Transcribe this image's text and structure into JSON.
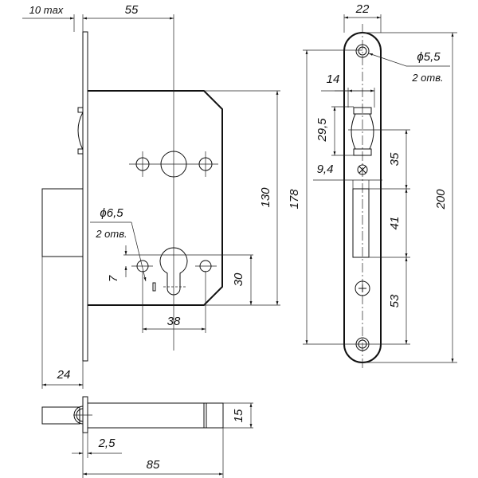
{
  "title": "Mortise lock dimensional drawing",
  "side_view": {
    "dim_10max": "10 max",
    "dim_55": "55",
    "dim_130": "130",
    "dim_30": "30",
    "dim_38": "38",
    "dim_7": "7",
    "hole_diameter": "ϕ6,5",
    "hole_count": "2 отв.",
    "dim_24": "24"
  },
  "bottom_view": {
    "dim_15": "15",
    "dim_2_5": "2,5",
    "dim_85": "85"
  },
  "front_view": {
    "dim_22": "22",
    "hole_diameter": "ϕ5,5",
    "hole_count": "2 отв.",
    "dim_14": "14",
    "dim_29_5": "29,5",
    "dim_9_4": "9,4",
    "dim_35": "35",
    "dim_41": "41",
    "dim_53": "53",
    "dim_178": "178",
    "dim_200": "200"
  }
}
